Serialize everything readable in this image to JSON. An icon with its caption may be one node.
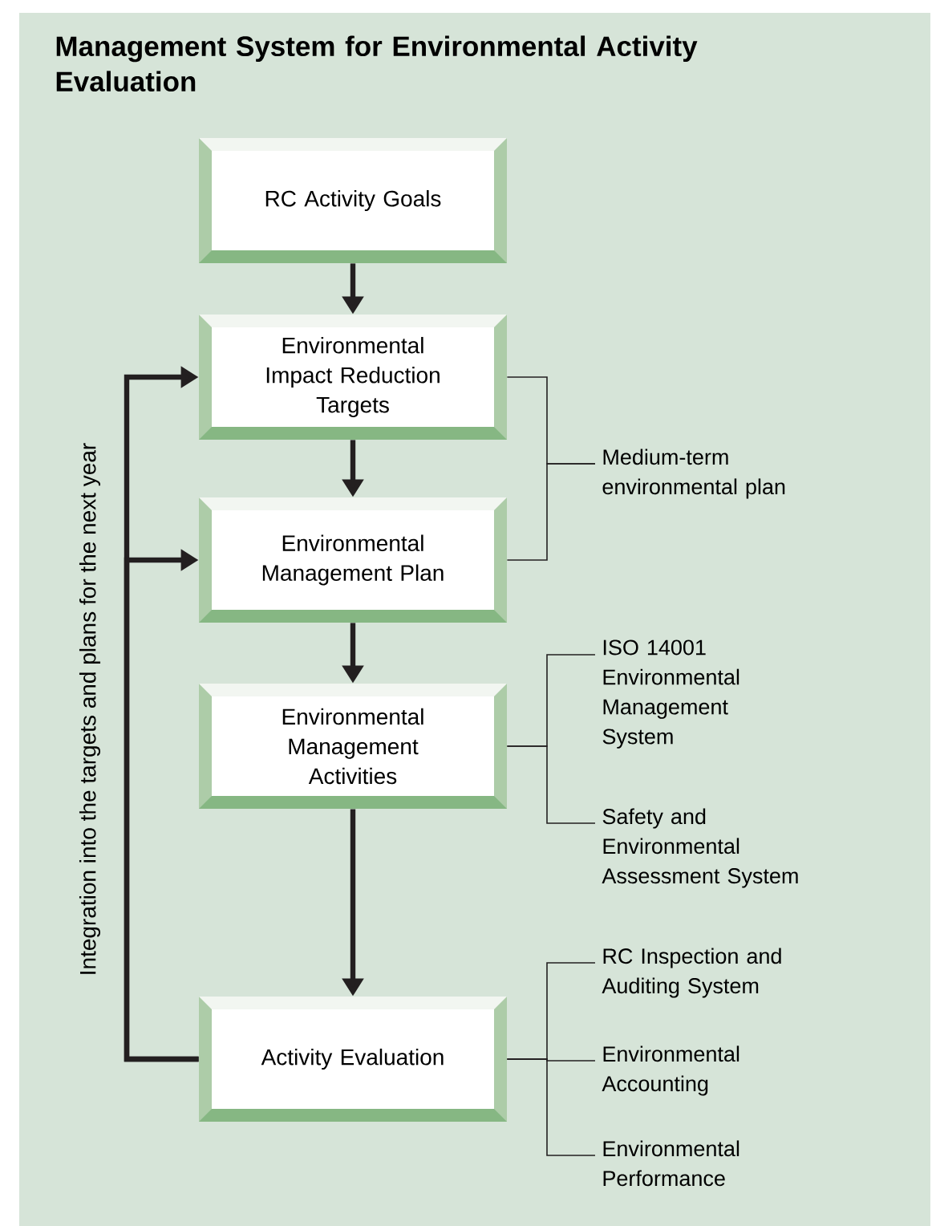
{
  "diagram": {
    "title": "Management System for Environmental Activity Evaluation",
    "nodes": [
      {
        "text": [
          "RC Activity Goals"
        ]
      },
      {
        "text": [
          "Environmental Impact Reduction Targets"
        ]
      },
      {
        "text": [
          "Environmental Management Plan"
        ]
      },
      {
        "text": [
          "Environmental Management Activities"
        ]
      },
      {
        "text": [
          "Activity Evaluation"
        ]
      },
      {
        "text": [
          "Medium-term environmental plan"
        ]
      },
      {
        "text": [
          "ISO 14001 Environmental Management System"
        ]
      },
      {
        "text": [
          "Safety and Environmental Assessment System"
        ]
      },
      {
        "text": [
          "RC Inspection and Auditing System"
        ]
      },
      {
        "text": [
          "Environmental Accounting"
        ]
      },
      {
        "text": [
          "Environmental Performance"
        ]
      }
    ],
    "edges": [
      {
        "from": 0,
        "to": 1,
        "arrow": "to",
        "style": "thick"
      },
      {
        "from": 1,
        "to": 2,
        "arrow": "to",
        "style": "thick"
      },
      {
        "from": 2,
        "to": 3,
        "arrow": "to",
        "style": "thick"
      },
      {
        "from": 3,
        "to": 4,
        "arrow": "to",
        "style": "thick"
      },
      {
        "from": 4,
        "to": 1,
        "arrow": "to",
        "style": "thick"
      },
      {
        "from": 4,
        "to": 2,
        "arrow": "to",
        "style": "thick"
      },
      {
        "from": 1,
        "to": 5,
        "arrow": "none"
      },
      {
        "from": 2,
        "to": 5,
        "arrow": "none"
      },
      {
        "from": 3,
        "to": 6,
        "arrow": "none"
      },
      {
        "from": 3,
        "to": 7,
        "arrow": "none"
      },
      {
        "from": 4,
        "to": 8,
        "arrow": "none"
      },
      {
        "from": 4,
        "to": 9,
        "arrow": "none"
      },
      {
        "from": 4,
        "to": 10,
        "arrow": "none"
      }
    ],
    "labels": [
      "Integration into the targets and plans for the next year"
    ]
  }
}
